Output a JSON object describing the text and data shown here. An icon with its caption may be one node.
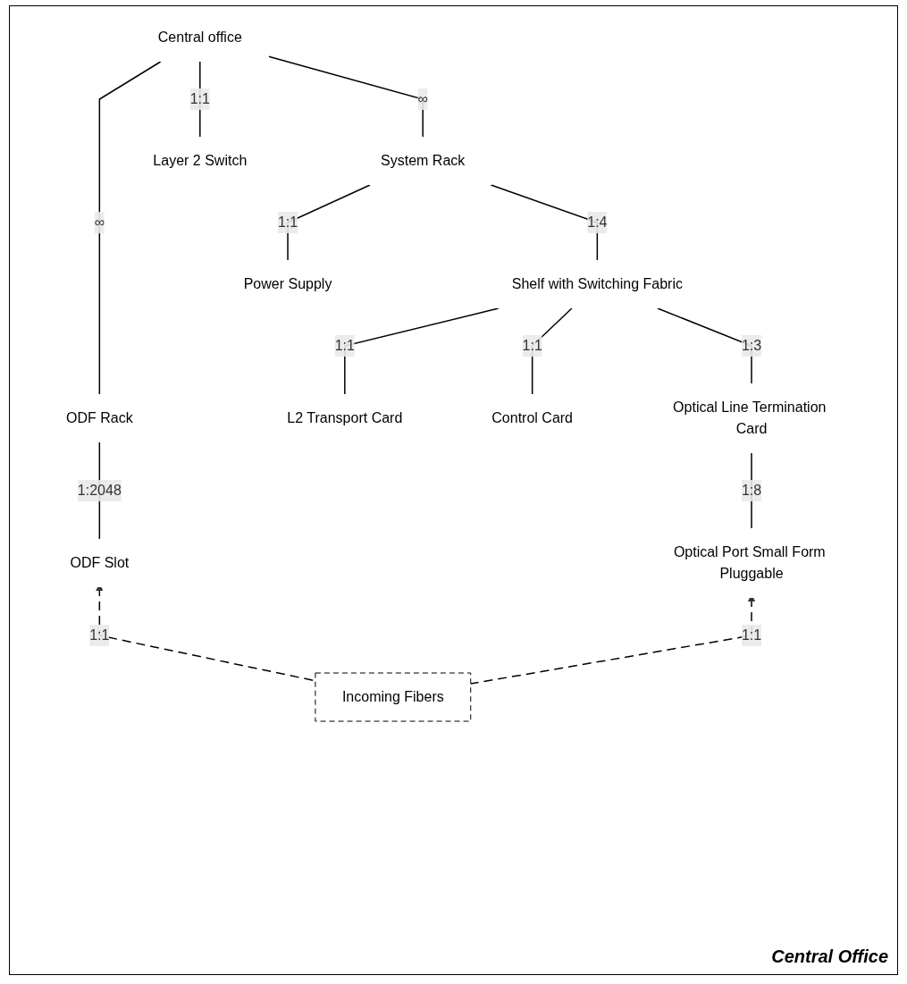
{
  "diagram": {
    "caption": "Central Office",
    "nodes": [
      {
        "text": [
          "Central office"
        ]
      },
      {
        "text": [
          "ODF Rack"
        ]
      },
      {
        "text": [
          "System Rack"
        ]
      },
      {
        "text": [
          "Layer 2 Switch"
        ]
      },
      {
        "text": [
          "ODF Slot"
        ]
      },
      {
        "text": [
          "Shelf with Switching Fabric"
        ]
      },
      {
        "text": [
          "Power Supply"
        ]
      },
      {
        "text": [
          "L2 Transport Card"
        ]
      },
      {
        "text": [
          "Control Card"
        ]
      },
      {
        "text": [
          "Optical Line Termination Card"
        ]
      },
      {
        "text": [
          "Optical Port Small Form Pluggable"
        ]
      },
      {
        "text": [
          "Incoming Fibers"
        ]
      }
    ],
    "edges": [
      {
        "from": 0,
        "to": 1,
        "arrow": "none",
        "label": "∞"
      },
      {
        "from": 0,
        "to": 2,
        "arrow": "none",
        "label": "∞"
      },
      {
        "from": 0,
        "to": 3,
        "arrow": "none",
        "label": "1:1"
      },
      {
        "from": 1,
        "to": 4,
        "arrow": "none",
        "label": "1:2048"
      },
      {
        "from": 2,
        "to": 5,
        "arrow": "none",
        "label": "1:4"
      },
      {
        "from": 2,
        "to": 6,
        "arrow": "none",
        "label": "1:1"
      },
      {
        "from": 5,
        "to": 7,
        "arrow": "none",
        "label": "1:1"
      },
      {
        "from": 5,
        "to": 8,
        "arrow": "none",
        "label": "1:1"
      },
      {
        "from": 5,
        "to": 9,
        "arrow": "none",
        "label": "1:3"
      },
      {
        "from": 9,
        "to": 10,
        "arrow": "none",
        "label": "1:8"
      },
      {
        "from": 11,
        "to": 4,
        "arrow": "to",
        "label": "1:1",
        "style": "dashed"
      },
      {
        "from": 11,
        "to": 10,
        "arrow": "to",
        "label": "1:1",
        "style": "dashed"
      }
    ]
  }
}
